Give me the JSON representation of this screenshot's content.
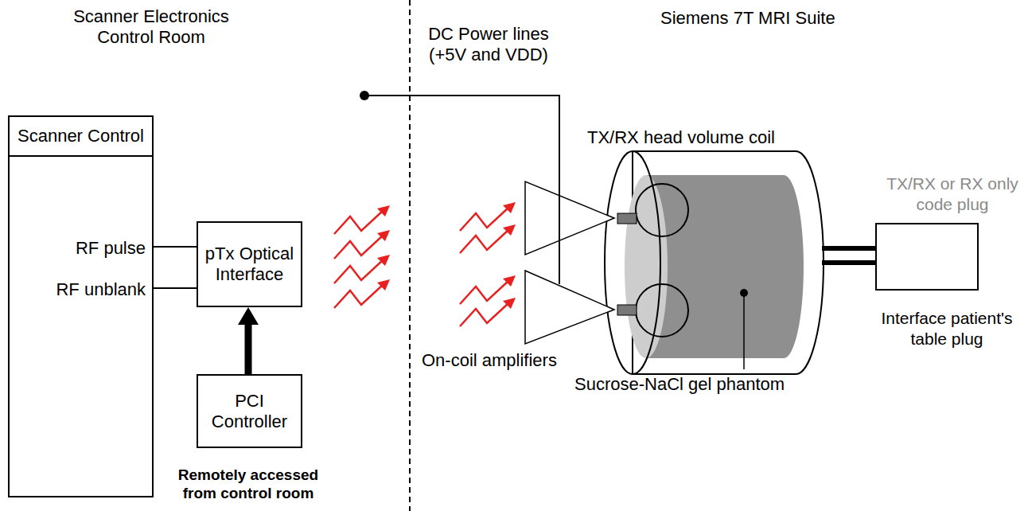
{
  "diagram": {
    "nodes": [
      {
        "text": [
          "Scanner Control",
          "RF pulse",
          "RF unblank"
        ]
      },
      {
        "text": [
          "pTx Optical Interface"
        ]
      },
      {
        "text": [
          "PCI Controller"
        ]
      },
      {
        "text": [
          "TX/RX or RX only code plug",
          "Interface patient's table plug"
        ]
      }
    ],
    "edges": [
      {
        "from": 0,
        "to": 1,
        "arrow": "none"
      },
      {
        "from": 0,
        "to": 1,
        "arrow": "none"
      },
      {
        "from": 2,
        "to": 1,
        "arrow": "to"
      }
    ],
    "labels": [
      "Scanner Electronics Control Room",
      "Siemens 7T MRI Suite",
      "DC Power lines (+5V and VDD)",
      "Remotely accessed from control room",
      "TX/RX head volume coil",
      "On-coil amplifiers",
      "Sucrose-NaCl gel phantom"
    ]
  }
}
